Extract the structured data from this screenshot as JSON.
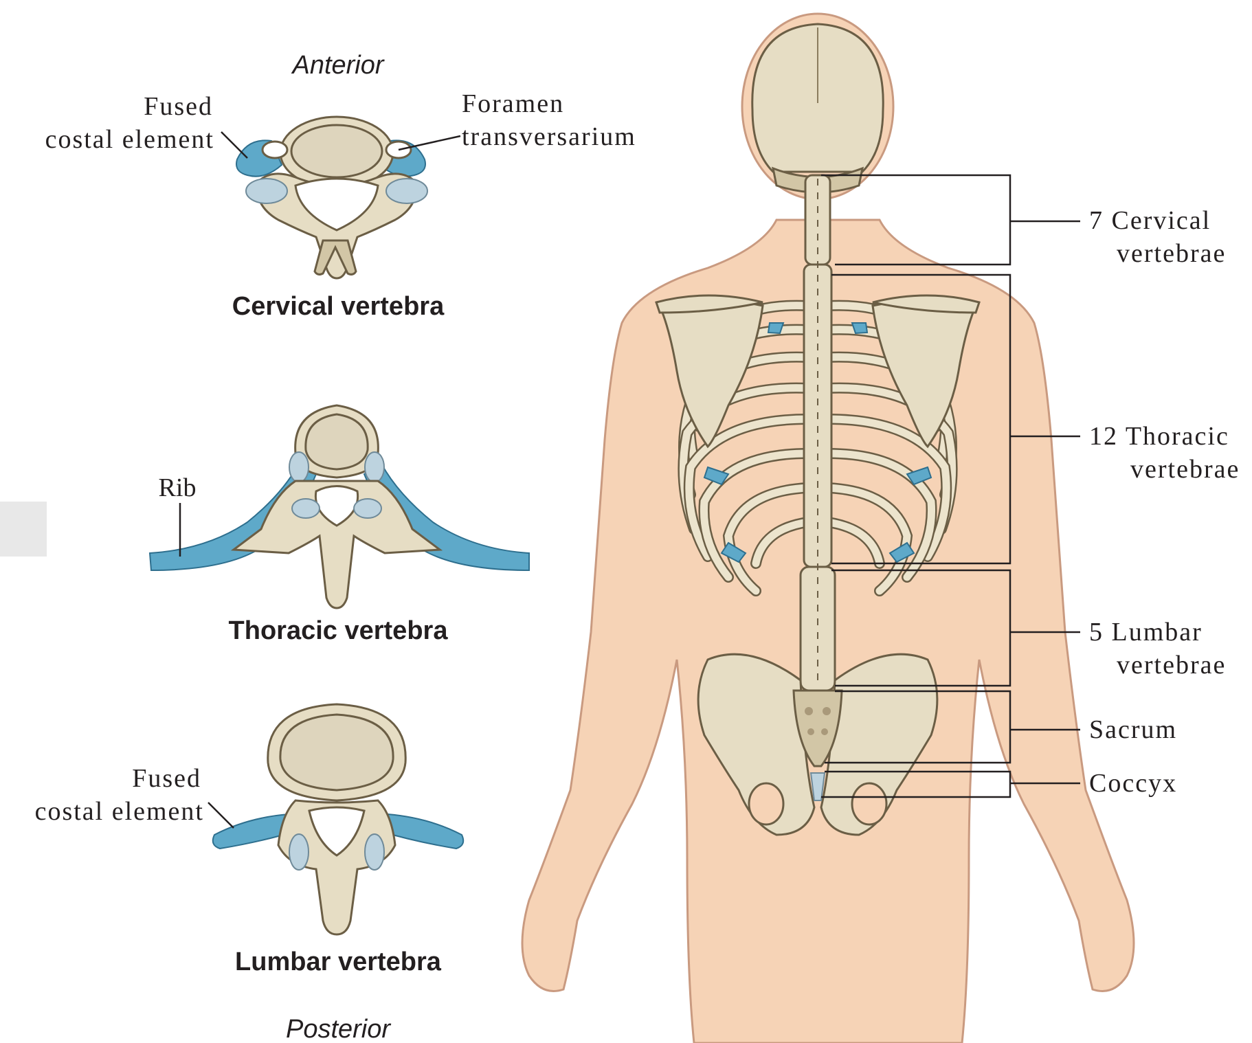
{
  "labels": {
    "anterior": "Anterior",
    "posterior": "Posterior",
    "cervical_title": "Cervical vertebra",
    "thoracic_title": "Thoracic vertebra",
    "lumbar_title": "Lumbar vertebra",
    "fused_costal_top_1": "Fused",
    "fused_costal_top_2": "costal element",
    "foramen_1": "Foramen",
    "foramen_2": "transversarium",
    "rib": "Rib",
    "fused_costal_bottom_1": "Fused",
    "fused_costal_bottom_2": "costal element"
  },
  "regions": [
    {
      "line1": "7 Cervical",
      "line2": "vertebrae"
    },
    {
      "line1": "12 Thoracic",
      "line2": "vertebrae"
    },
    {
      "line1": "5 Lumbar",
      "line2": "vertebrae"
    },
    {
      "line1": "Sacrum",
      "line2": ""
    },
    {
      "line1": "Coccyx",
      "line2": ""
    }
  ],
  "colors": {
    "bone": "#e6ddc4",
    "cartilage_blue": "#5ea9c9",
    "skin": "#f6d3b6"
  }
}
